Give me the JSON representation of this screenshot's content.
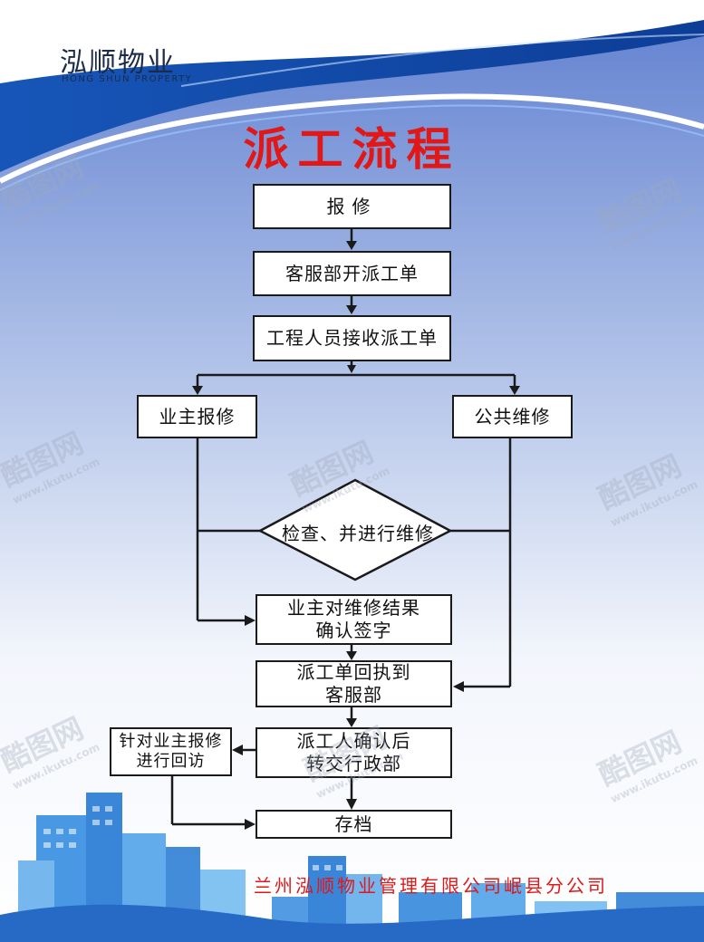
{
  "brand": {
    "name_cn": "泓顺物业",
    "name_en": "HONG SHUN PROPERTY"
  },
  "title": "派工流程",
  "colors": {
    "title": "#e01818",
    "header_blue": "#1a5fb4",
    "footer_text": "#e01818"
  },
  "flow": {
    "step1": "报修",
    "step2": "客服部开派工单",
    "step3": "工程人员接收派工单",
    "branch_left": "业主报修",
    "branch_right": "公共维修",
    "decision": "检查、并进行维修",
    "step4_line1": "业主对维修结果",
    "step4_line2": "确认签字",
    "step5_line1": "派工单回执到",
    "step5_line2": "客服部",
    "step6_line1": "派工人确认后",
    "step6_line2": "转交行政部",
    "side_line1": "针对业主报修",
    "side_line2": "进行回访",
    "step7": "存档"
  },
  "footer": "兰州泓顺物业管理有限公司岷县分公司",
  "watermark": {
    "mark": "酷图网",
    "url": "www.ikutu.com"
  }
}
